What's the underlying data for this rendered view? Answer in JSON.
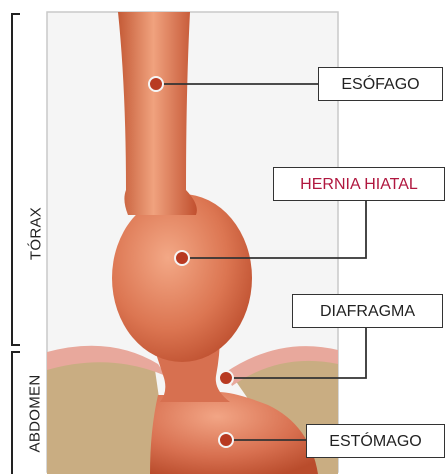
{
  "regions": {
    "thorax": "TÓRAX",
    "abdomen": "ABDOMEN"
  },
  "callouts": {
    "esophagus": "ESÓFAGO",
    "hiatal_hernia": "HERNIA HIATAL",
    "diaphragm": "DIAFRAGMA",
    "stomach": "ESTÓMAGO"
  },
  "colors": {
    "text": "#222222",
    "hernia_text": "#b0173f",
    "leader_line": "#333333",
    "anatomy_dot": "#b83a22",
    "tissue": "#d8734e",
    "diaphragm_pink": "#e8a89c",
    "abdominal_fill": "#c9ad82"
  }
}
